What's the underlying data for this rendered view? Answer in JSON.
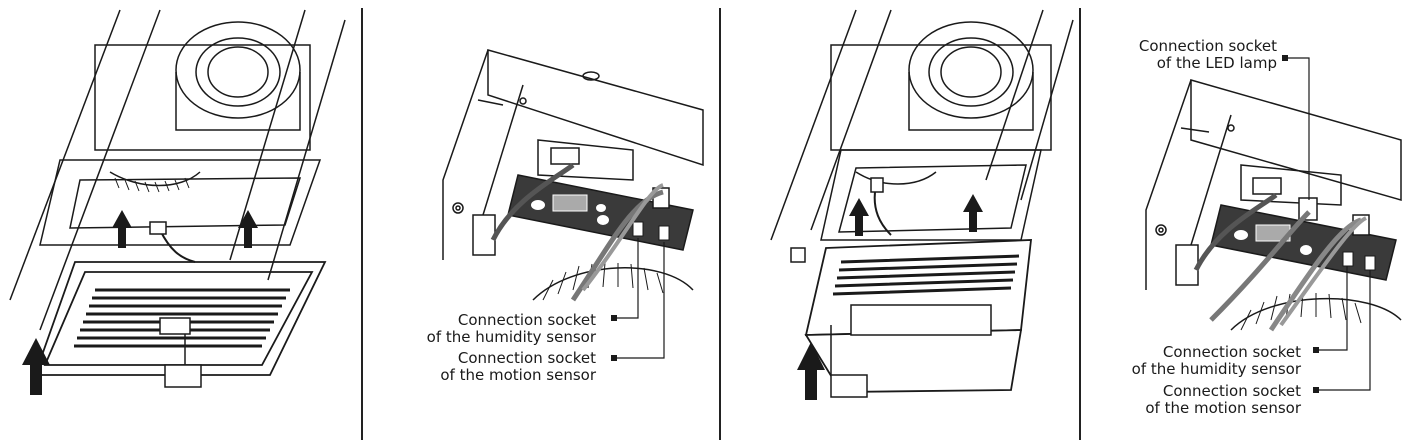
{
  "colors": {
    "line": "#1a1a1a",
    "cable": "#666666",
    "board": "#3a3a3a",
    "background": "#ffffff"
  },
  "panels": [
    {
      "step": 1,
      "callouts": []
    },
    {
      "step": 2,
      "callouts": [
        {
          "line1": "Connection socket",
          "line2": "of the humidity sensor"
        },
        {
          "line1": "Connection socket",
          "line2": "of the motion sensor"
        }
      ]
    },
    {
      "step": 3,
      "callouts": []
    },
    {
      "step": 4,
      "callouts": [
        {
          "line1": "Connection socket",
          "line2": "of the LED lamp"
        },
        {
          "line1": "Connection socket",
          "line2": "of the humidity sensor"
        },
        {
          "line1": "Connection socket",
          "line2": "of the motion sensor"
        }
      ]
    }
  ]
}
